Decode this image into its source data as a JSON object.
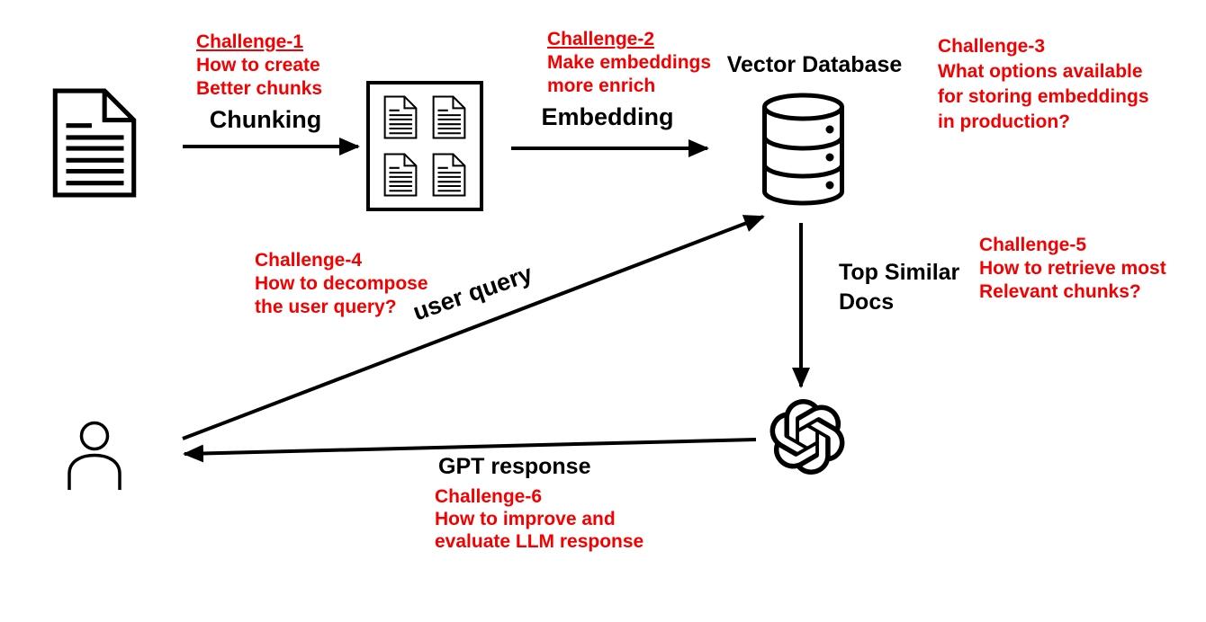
{
  "diagram_title": "RAG pipeline challenges diagram",
  "colors": {
    "background": "#FFFFFF",
    "challenge_text": "#F50000",
    "diagram_text": "#000000",
    "stroke": "#000000"
  },
  "labels": {
    "chunking": "Chunking",
    "embedding": "Embedding",
    "vector_database": "Vector Database",
    "top_similar_line1": "Top Similar",
    "top_similar_line2": "Docs",
    "user_query": "user query",
    "gpt_response": "GPT response"
  },
  "challenges": [
    {
      "title": "Challenge-1",
      "underlined": true,
      "line1": "How to create",
      "line2": "Better chunks"
    },
    {
      "title": "Challenge-2",
      "underlined": true,
      "line1": "Make embeddings",
      "line2": "more enrich"
    },
    {
      "title": "Challenge-3",
      "underlined": false,
      "line1": "What options available",
      "line2": "for storing embeddings",
      "line3": "in production?"
    },
    {
      "title": "Challenge-4",
      "underlined": false,
      "line1": "How to decompose",
      "line2": "the user query?"
    },
    {
      "title": "Challenge-5",
      "underlined": false,
      "line1": "How to retrieve most",
      "line2": "Relevant chunks?"
    },
    {
      "title": "Challenge-6",
      "underlined": false,
      "line1": "How to improve and",
      "line2": "evaluate LLM response"
    }
  ],
  "icons": {
    "source_document": "document-icon",
    "chunked_documents": "chunked-documents-icon",
    "vector_database": "database-icon",
    "llm": "openai-logo-icon",
    "user": "person-icon"
  }
}
